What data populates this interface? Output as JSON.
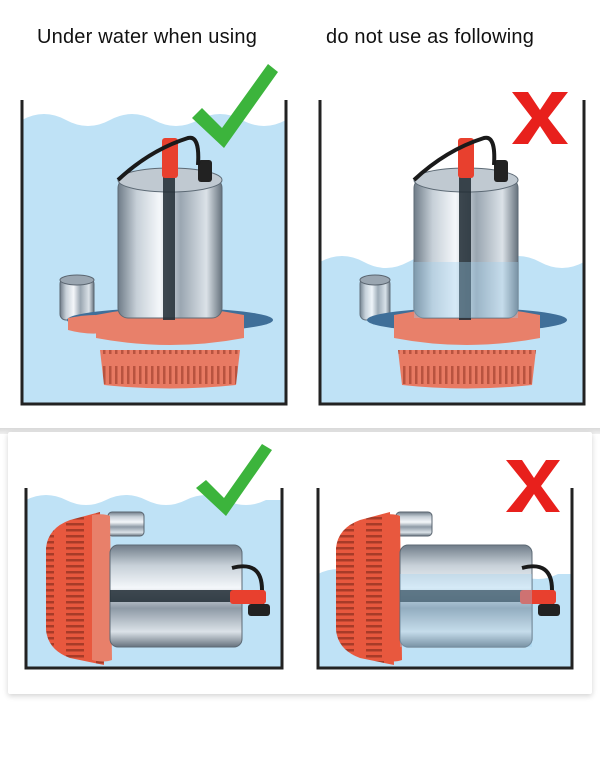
{
  "headings": {
    "correct": "Under water when using",
    "incorrect": "do not use as following"
  },
  "colors": {
    "water": "#b9e0f7",
    "check": "#3cb43c",
    "cross": "#e8201c",
    "pump_base": "#e8806a",
    "tank_outline": "#222222"
  },
  "illustrations": [
    {
      "id": "upright-submerged",
      "status": "correct",
      "mark": "check-icon",
      "water_level": "full"
    },
    {
      "id": "upright-half-submerged",
      "status": "incorrect",
      "mark": "cross-icon",
      "water_level": "half"
    },
    {
      "id": "horizontal-submerged",
      "status": "correct",
      "mark": "check-icon",
      "water_level": "full"
    },
    {
      "id": "horizontal-half-submerged",
      "status": "incorrect",
      "mark": "cross-icon",
      "water_level": "half"
    }
  ]
}
